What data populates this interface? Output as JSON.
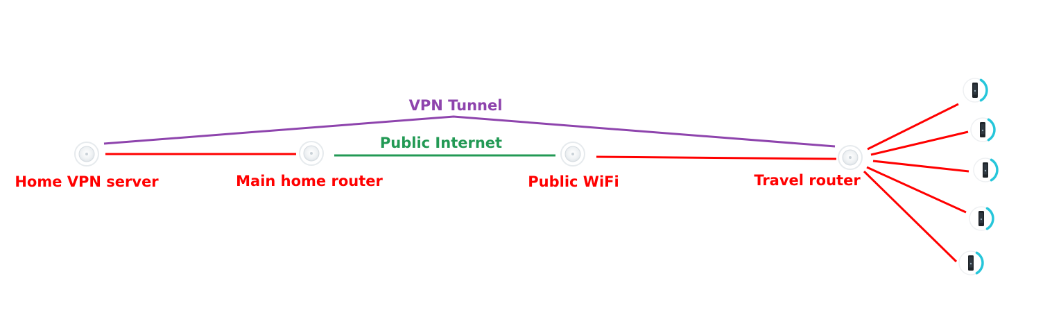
{
  "nodes": {
    "home_vpn_server": {
      "label": "Home VPN server",
      "icon": "access-point-icon"
    },
    "main_home_router": {
      "label": "Main home router",
      "icon": "access-point-icon"
    },
    "public_wifi": {
      "label": "Public WiFi",
      "icon": "access-point-icon"
    },
    "travel_router": {
      "label": "Travel router",
      "icon": "access-point-icon"
    }
  },
  "links": {
    "vpn_tunnel": {
      "label": "VPN Tunnel"
    },
    "public_internet": {
      "label": "Public Internet"
    }
  },
  "clients": [
    {
      "icon": "phone-icon"
    },
    {
      "icon": "phone-icon"
    },
    {
      "icon": "phone-icon"
    },
    {
      "icon": "phone-icon"
    },
    {
      "icon": "phone-icon"
    }
  ],
  "colors": {
    "red_link": "#ff0000",
    "vpn": "#8e44ad",
    "internet": "#229954",
    "wifi_signal": "#26c6da"
  }
}
